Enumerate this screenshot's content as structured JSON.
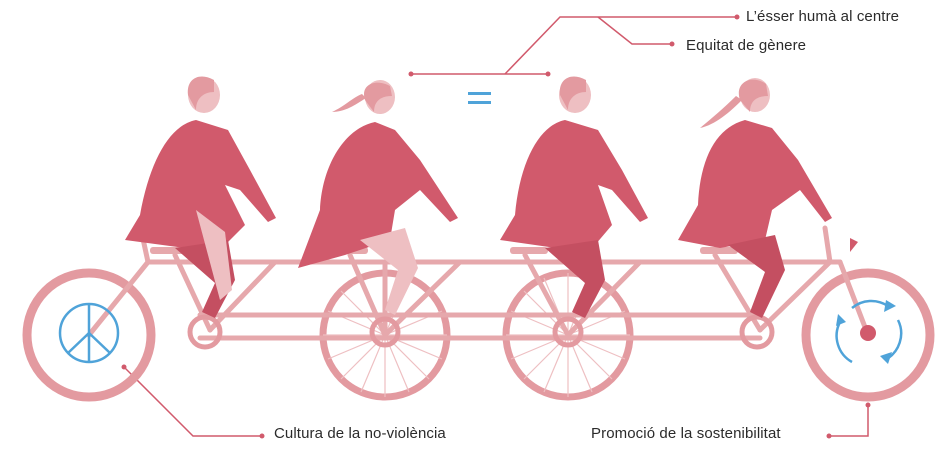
{
  "labels": {
    "human_centre": "L’ésser humà al centre",
    "gender_equity": "Equitat de gènere",
    "non_violence": "Cultura de la no-violència",
    "sustainability": "Promoció de la sostenibilitat"
  },
  "colors": {
    "rider": "#d15a6c",
    "rider_light": "#eebfc2",
    "frame": "#e6a8ac",
    "wheel": "#e39aa0",
    "accent_blue": "#4fa3d9",
    "callout_line": "#d15a6c",
    "text": "#2b2b2b"
  },
  "icons": {
    "front_symbol": "peace-sign-icon",
    "rear_symbol": "recycle-arrows-icon",
    "equality_symbol": "equals-sign-icon"
  }
}
